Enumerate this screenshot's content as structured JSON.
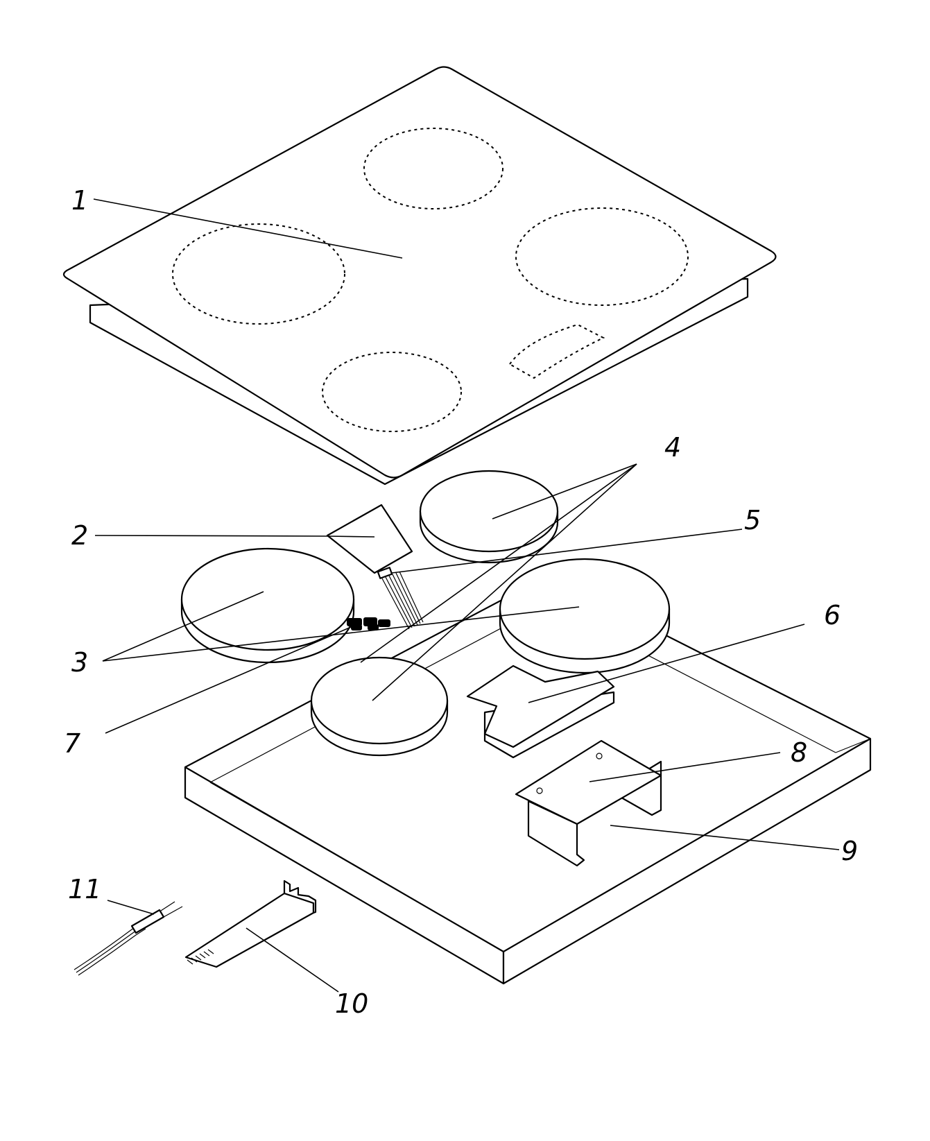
{
  "labels": {
    "l1": "1",
    "l2": "2",
    "l3": "3",
    "l4": "4",
    "l5": "5",
    "l6": "6",
    "l7": "7",
    "l8": "8",
    "l9": "9",
    "l10": "10",
    "l11": "11"
  },
  "colors": {
    "line": "#000000",
    "background": "#ffffff"
  }
}
